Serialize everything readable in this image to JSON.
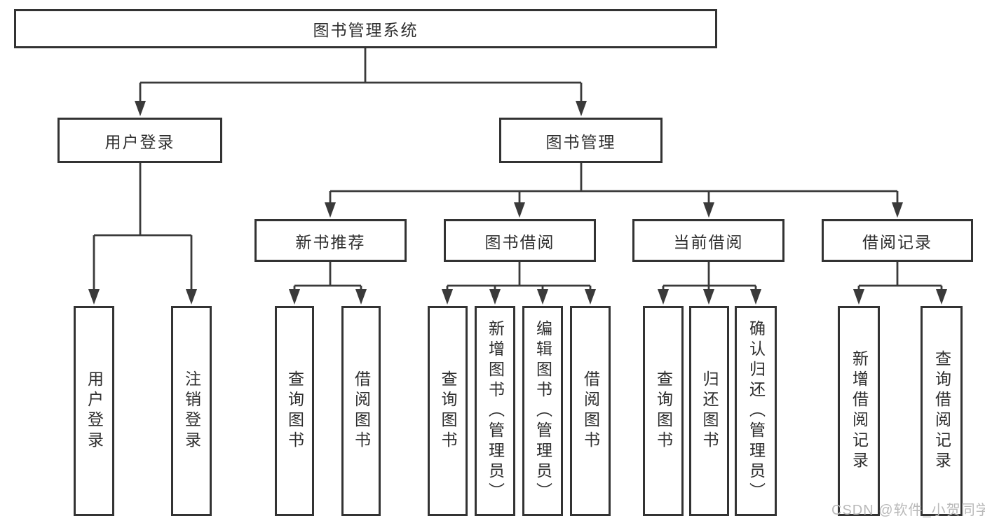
{
  "diagram": {
    "root": {
      "label": "图书管理系统"
    },
    "level2": [
      {
        "id": "user-login",
        "label": "用户登录"
      },
      {
        "id": "book-management",
        "label": "图书管理"
      }
    ],
    "level3": [
      {
        "id": "new-book-recommend",
        "label": "新书推荐"
      },
      {
        "id": "book-borrowing",
        "label": "图书借阅"
      },
      {
        "id": "current-borrowing",
        "label": "当前借阅"
      },
      {
        "id": "borrowing-records",
        "label": "借阅记录"
      }
    ],
    "leaves": {
      "userLogin": [
        "用户登录",
        "注销登录"
      ],
      "newBookRecommend": [
        "查询图书",
        "借阅图书"
      ],
      "bookBorrowing": [
        "查询图书",
        "新增图书（管理员）",
        "编辑图书（管理员）",
        "借阅图书"
      ],
      "currentBorrowing": [
        "查询图书",
        "归还图书",
        "确认归还（管理员）"
      ],
      "borrowingRecords": [
        "新增借阅记录",
        "查询借阅记录"
      ]
    }
  },
  "watermark": {
    "text": "CSDN @软件_小贺同学",
    "color": "#b9b9b9"
  },
  "colors": {
    "line": "#3a3a3a",
    "border": "#333333",
    "text": "#2f2f2f",
    "background": "#ffffff"
  }
}
